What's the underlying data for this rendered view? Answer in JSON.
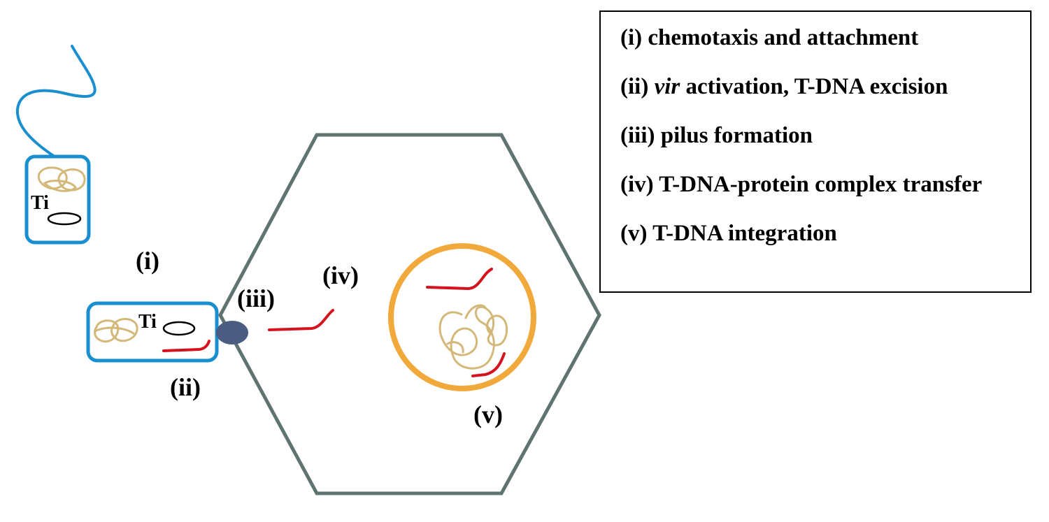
{
  "colors": {
    "bacterium": "#1a8fd0",
    "chromosome": "#d4b87a",
    "t_dna": "#d4131e",
    "plant_cell": "#5f7370",
    "nucleus": "#f2a93b",
    "pilus": "#4a5c82"
  },
  "bacteria": {
    "free": {
      "plasmid_label": "Ti"
    },
    "attached": {
      "plasmid_label": "Ti"
    }
  },
  "steps": {
    "i": "(i)",
    "ii": "(ii)",
    "iii": "(iii)",
    "iv": "(iv)",
    "v": "(v)"
  },
  "legend": {
    "items": [
      {
        "prefix": "(i) chemotaxis and attachment",
        "italic": "",
        "suffix": ""
      },
      {
        "prefix": "(ii) ",
        "italic": "vir",
        "suffix": " activation, T-DNA excision"
      },
      {
        "prefix": "(iii) pilus formation",
        "italic": "",
        "suffix": ""
      },
      {
        "prefix": "(iv) T-DNA-protein complex transfer",
        "italic": "",
        "suffix": ""
      },
      {
        "prefix": "(v) T-DNA integration",
        "italic": "",
        "suffix": ""
      }
    ]
  }
}
